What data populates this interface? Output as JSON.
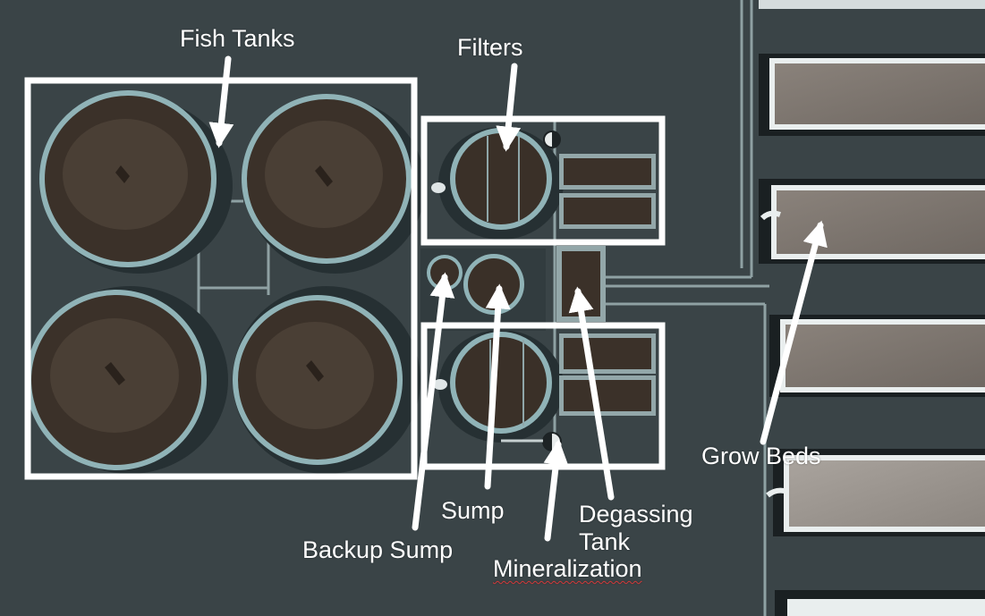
{
  "diagram": {
    "labels": {
      "fish_tanks": "Fish Tanks",
      "filters": "Filters",
      "grow_beds": "Grow Beds",
      "sump": "Sump",
      "backup_sump": "Backup Sump",
      "mineralization": "Mineralization",
      "degassing_line1": "Degassing",
      "degassing_line2": "Tank"
    },
    "colors": {
      "background": "#3a4447",
      "annotation": "#ffffff",
      "water": "#3a3129",
      "tank_rim": "#8fb4b8",
      "grow_bed_fill": "#7b736d",
      "spellcheck_underline": "#d43a3a"
    }
  }
}
